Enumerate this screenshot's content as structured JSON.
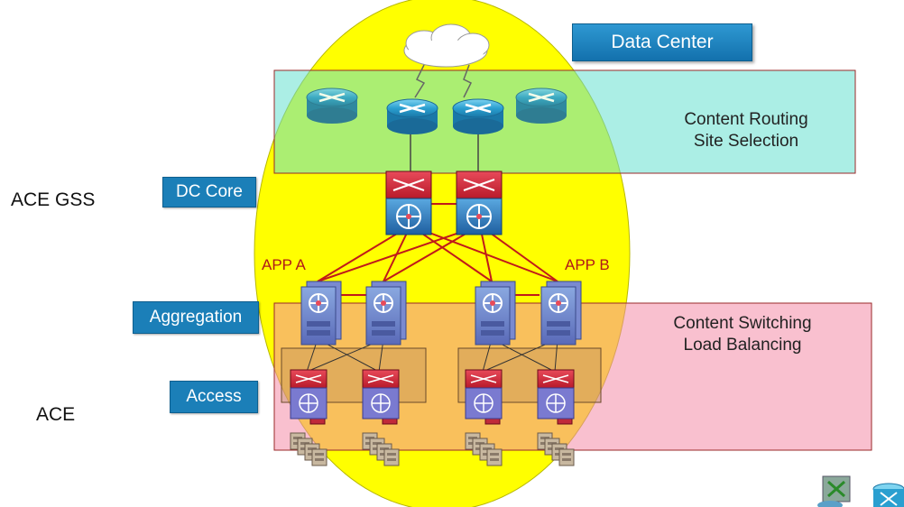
{
  "title": "Data Center",
  "tiers": {
    "dc_core": "DC Core",
    "aggregation": "Aggregation",
    "access": "Access"
  },
  "products": {
    "gss": "ACE GSS",
    "ace": "ACE"
  },
  "zones": {
    "routing_line1": "Content Routing",
    "routing_line2": "Site Selection",
    "switching_line1": "Content Switching",
    "switching_line2": "Load Balancing"
  },
  "apps": {
    "a": "APP A",
    "b": "APP B"
  },
  "colors": {
    "ellipse": "#ffff00",
    "routing_zone": "#7fe8d8",
    "switching_zone": "#f7a8b8",
    "link": "#c01a1a",
    "label_box": "#1b7fb8",
    "router": "#2a9fd0",
    "core_switch_top": "#d42a3c",
    "core_switch_bottom": "#2f7fc0"
  }
}
